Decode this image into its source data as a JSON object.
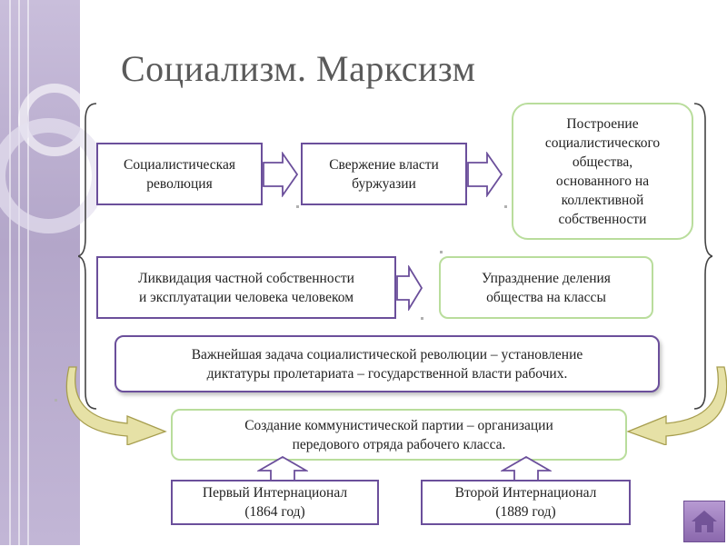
{
  "title": "Социализм. Марксизм",
  "boxes": {
    "revolution": [
      "Социалистическая",
      "революция"
    ],
    "overthrow": [
      "Свержение власти",
      "буржуазии"
    ],
    "building": [
      "Построение",
      "социалистического",
      "общества,",
      "основанного на",
      "коллективной",
      "собственности"
    ],
    "liquidation": [
      "Ликвидация частной собственности",
      "и эксплуатации человека человеком"
    ],
    "abolition": [
      "Упразднение деления",
      "общества на классы"
    ],
    "task": [
      "Важнейшая задача социалистической революции – установление",
      "диктатуры пролетариата – государственной власти рабочих."
    ],
    "party": [
      "Создание коммунистической партии – организации",
      "передового отряда рабочего класса."
    ],
    "first_intl": [
      "Первый Интернационал",
      "(1864 год)"
    ],
    "second_intl": [
      "Второй Интернационал",
      "(1889 год)"
    ]
  },
  "colors": {
    "purple_border": "#6b4f9b",
    "green_border": "#b9dd9c",
    "arrow_fill": "#ffffff",
    "arrow_stroke": "#6b4f9b",
    "curved_arrow": "#d8d38a",
    "side_band": "#b9acd0"
  },
  "icons": {
    "home": "home-icon"
  }
}
